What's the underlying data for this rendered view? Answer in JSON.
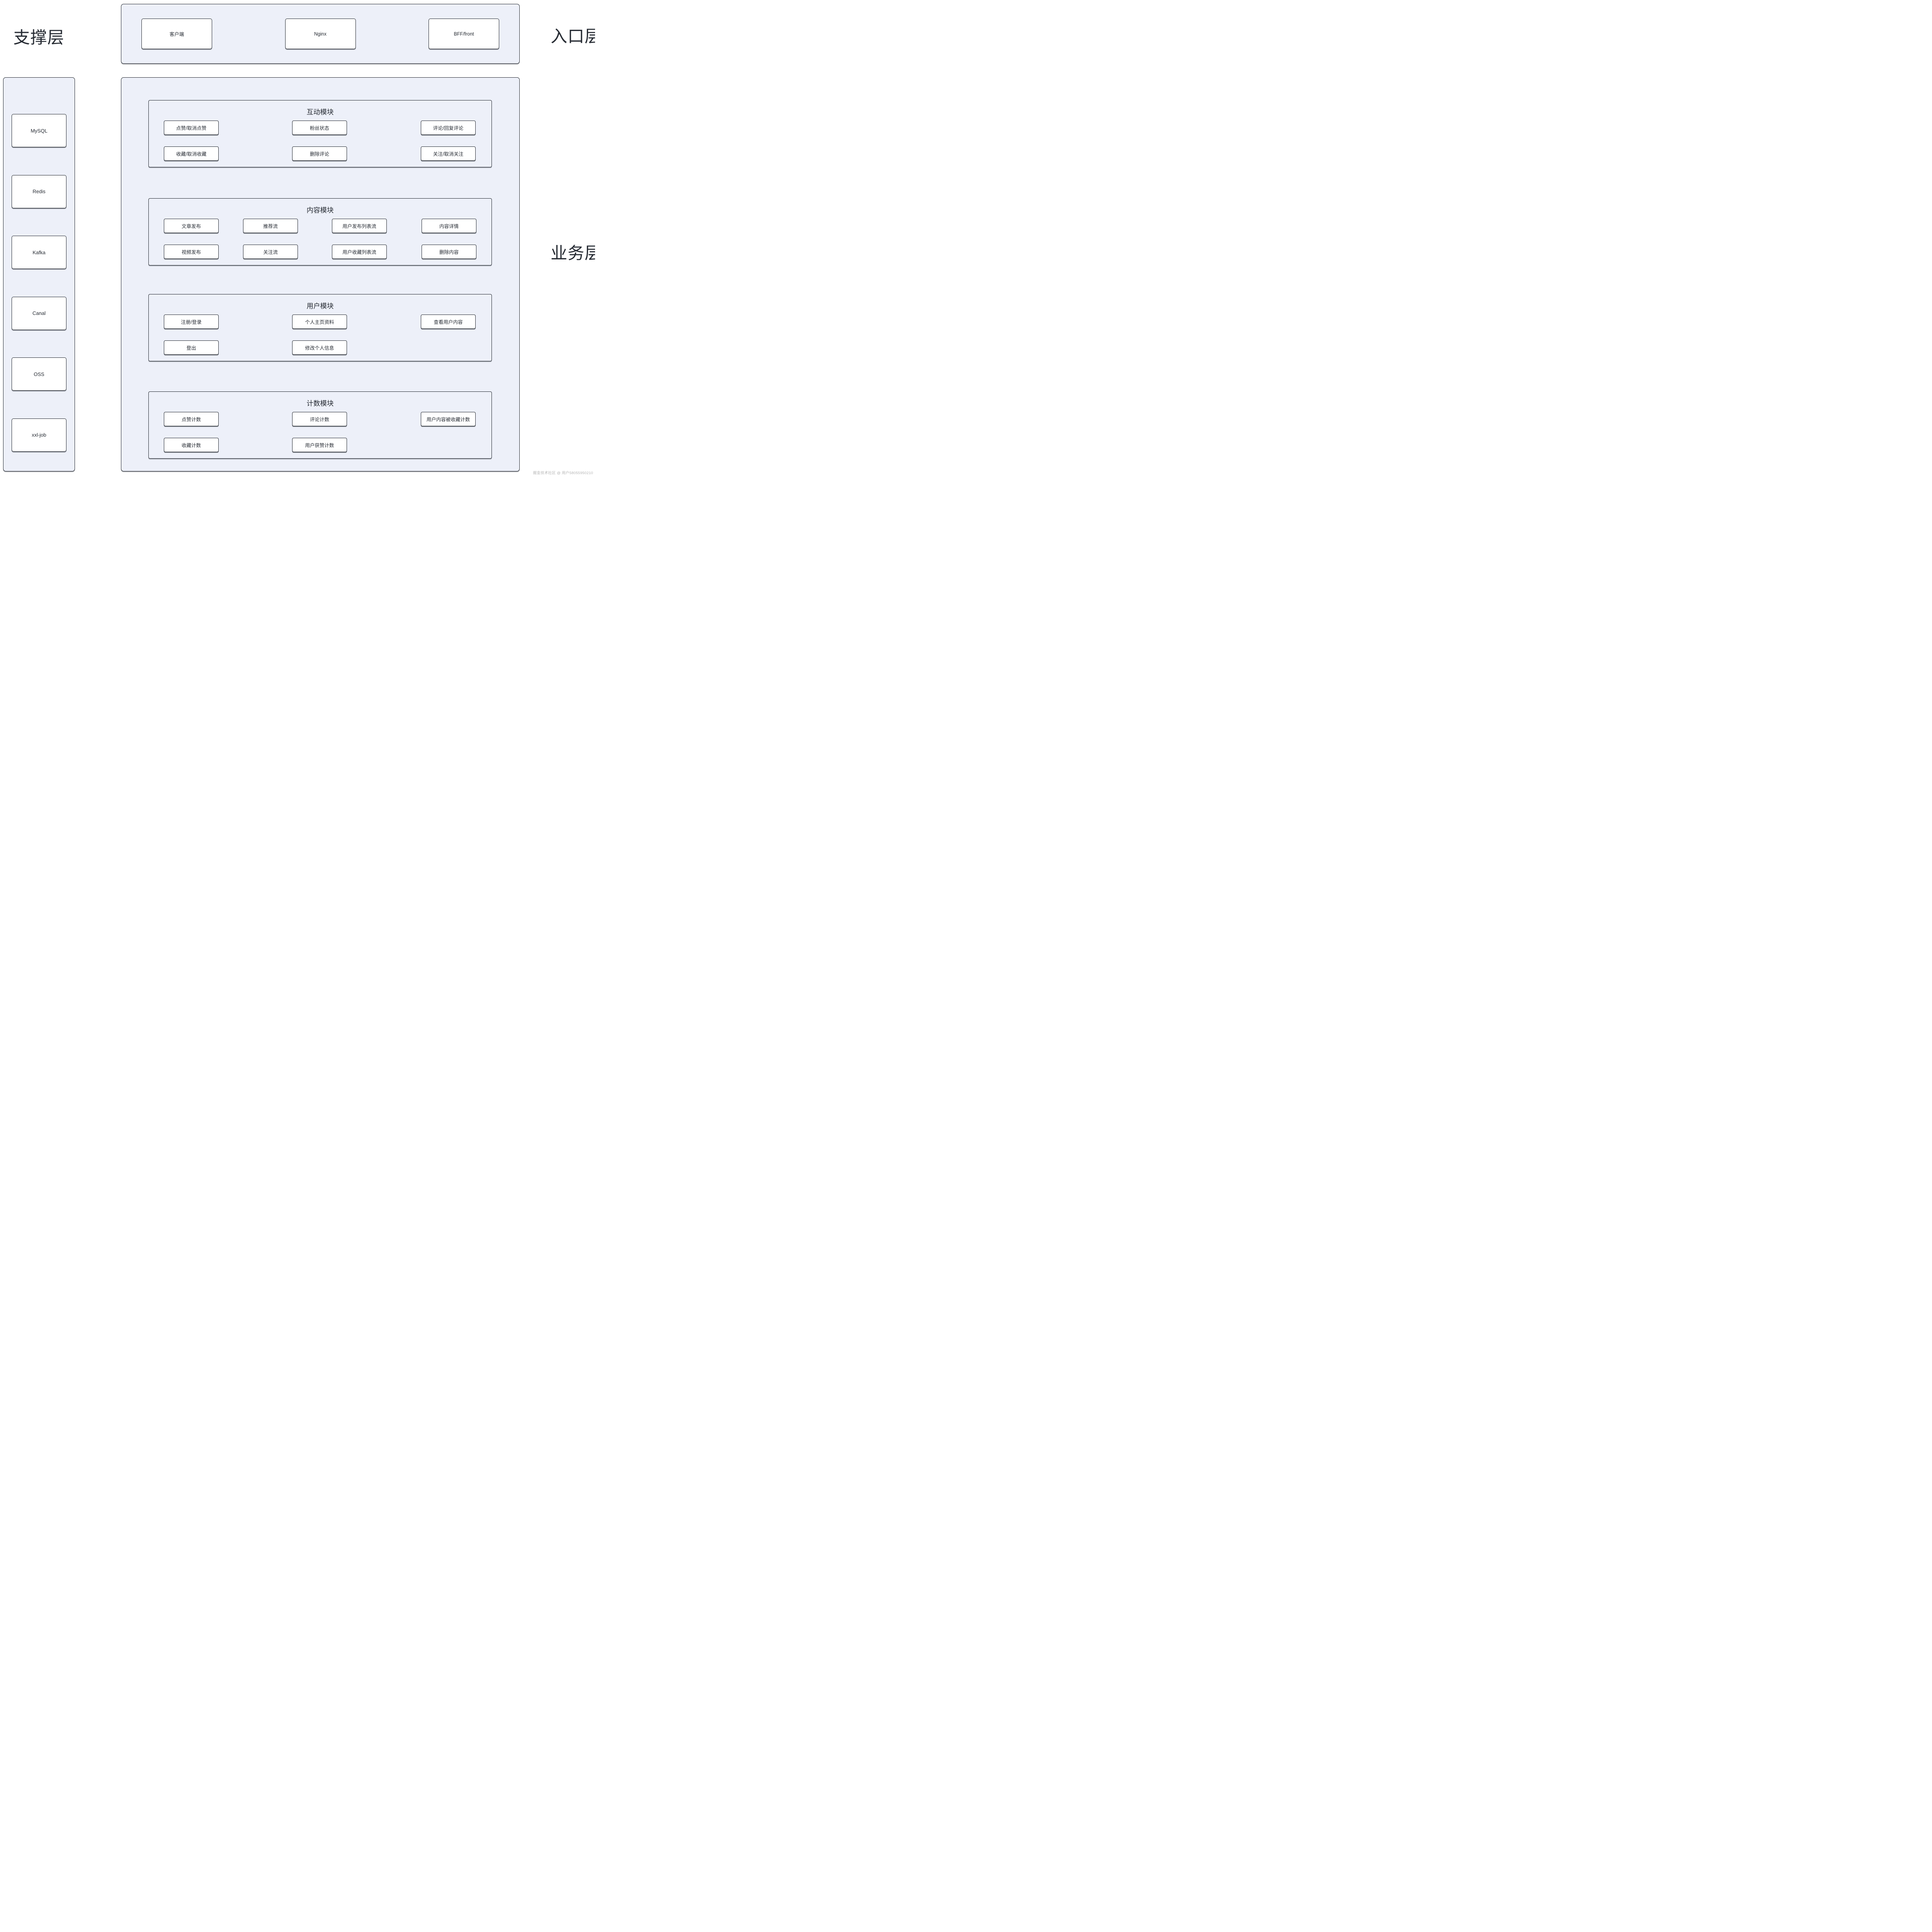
{
  "colors": {
    "panel": "#edf0f9",
    "border": "#1d222a",
    "text": "#262b33",
    "watermark": "#b5b5b5",
    "page_bg": "#ffffff"
  },
  "layer_labels": {
    "support": "支撑层",
    "entry": "入口层",
    "business": "业务层"
  },
  "entry_layer": {
    "nodes": [
      "客户端",
      "Nginx",
      "BFF/front"
    ]
  },
  "support_layer": {
    "nodes": [
      "MySQL",
      "Redis",
      "Kafka",
      "Canal",
      "OSS",
      "xxl-job"
    ]
  },
  "business_layer": {
    "modules": [
      {
        "title": "互动模块",
        "rows": [
          [
            "点赞/取消点赞",
            "粉丝状态",
            "评论/回复评论"
          ],
          [
            "收藏/取消收藏",
            "删除评论",
            "关注/取消关注"
          ]
        ]
      },
      {
        "title": "内容模块",
        "rows": [
          [
            "文章发布",
            "推荐流",
            "用户发布列表流",
            "内容详情"
          ],
          [
            "视频发布",
            "关注流",
            "用户收藏列表流",
            "删除内容"
          ]
        ]
      },
      {
        "title": "用户模块",
        "rows": [
          [
            "注册/登录",
            "个人主页资料",
            "查看用户内容"
          ],
          [
            "登出",
            "修改个人信息"
          ]
        ]
      },
      {
        "title": "计数模块",
        "rows": [
          [
            "点赞计数",
            "评论计数",
            "用户内容被收藏计数"
          ],
          [
            "收藏计数",
            "用户获赞计数"
          ]
        ]
      }
    ]
  },
  "watermark": "掘金技术社区 @ 用户58055950210"
}
